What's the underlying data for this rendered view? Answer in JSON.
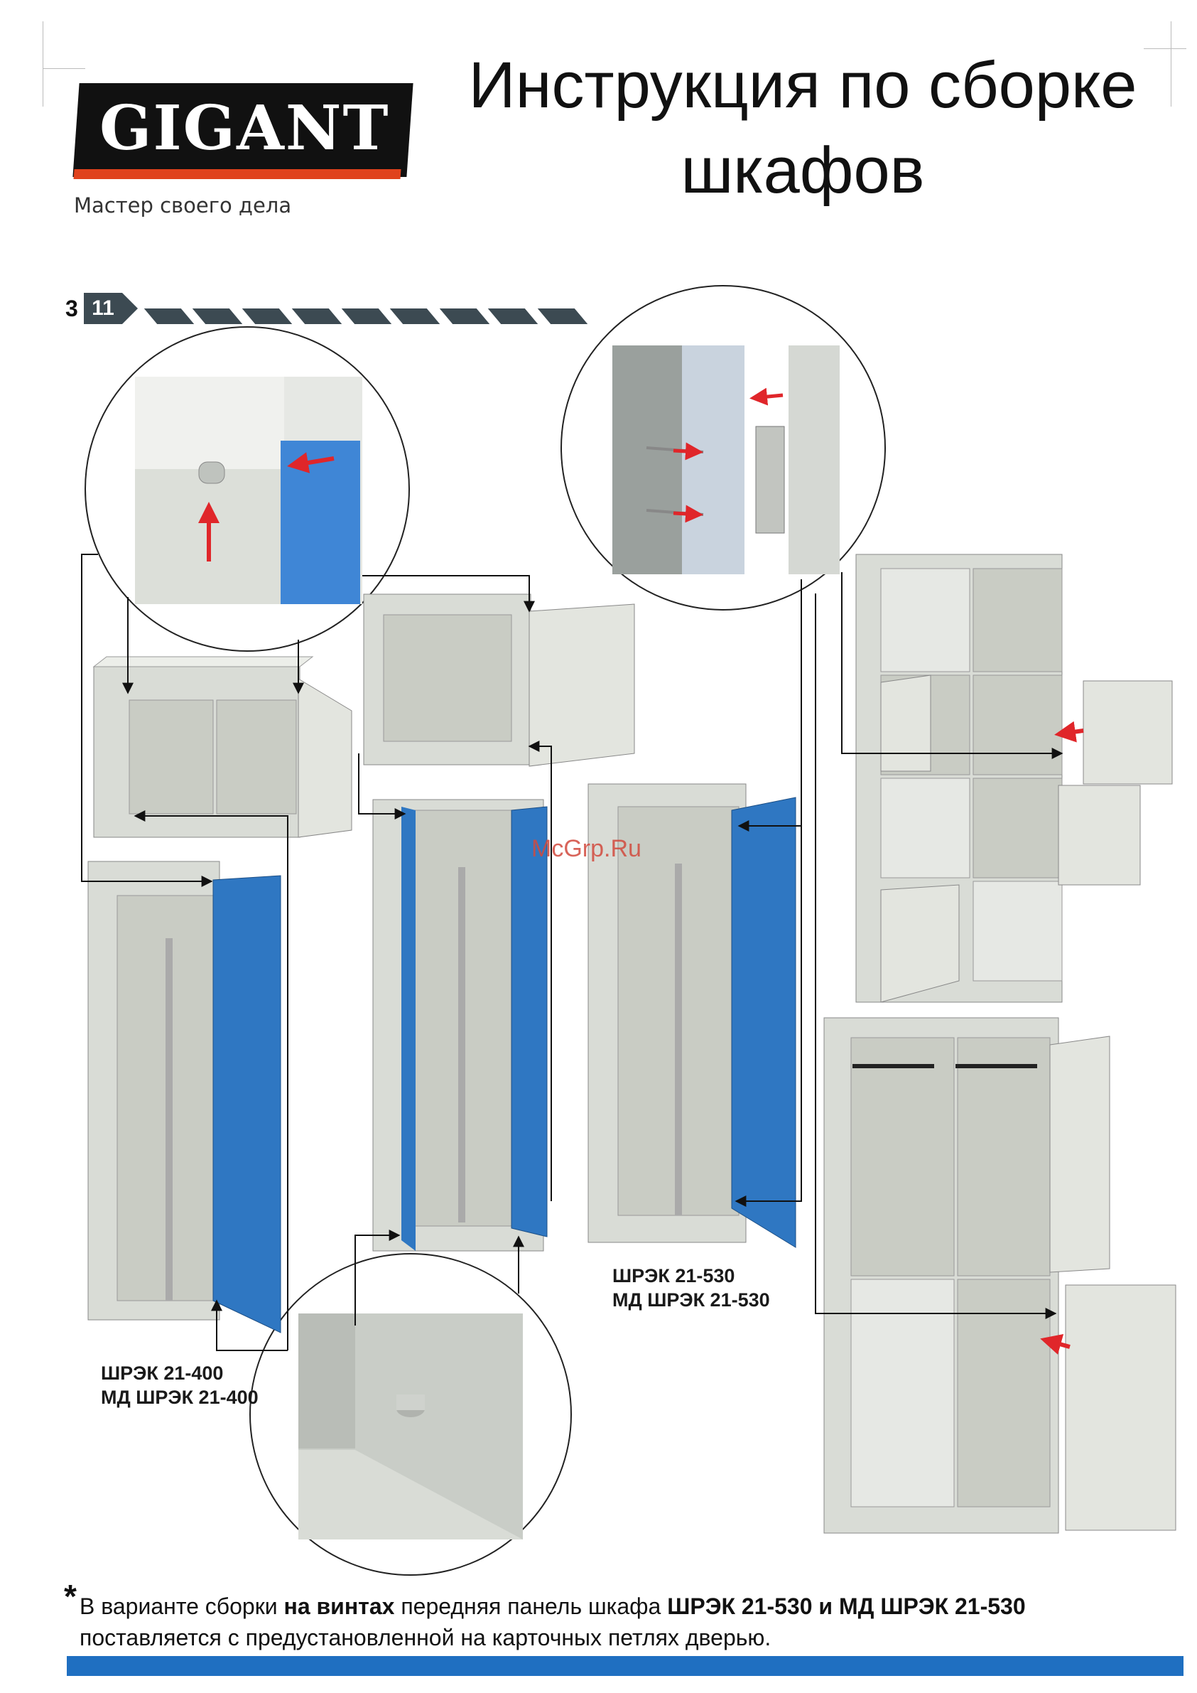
{
  "header": {
    "brand": "GIGANT",
    "slogan": "Мастер своего дела",
    "title_line1": "Инструкция по сборке",
    "title_line2": "шкафов"
  },
  "step": {
    "number": "3",
    "total": "11"
  },
  "captions": {
    "model_400_line1": "ШРЭК 21-400",
    "model_400_line2": "МД ШРЭК 21-400",
    "model_530_line1": "ШРЭК 21-530",
    "model_530_line2": "МД ШРЭК 21-530"
  },
  "watermark": "McGrp.Ru",
  "note": {
    "star": "*",
    "part1": "В варианте сборки ",
    "bold1": "на винтах",
    "part2": " передняя панель шкафа ",
    "bold2": "ШРЭК 21-530 и МД ШРЭК 21-530",
    "line2": "поставляется с предустановленной на карточных петлях дверью."
  },
  "colors": {
    "cabinet_body": "#d9dcd6",
    "cabinet_inner": "#c9ccc4",
    "door_blue": "#2f77c2",
    "door_grey": "#e3e5df",
    "arrow_red": "#e0262a",
    "line": "#111111",
    "step_dark": "#3c4a52",
    "footer_blue": "#1f6fc1",
    "brand_orange": "#e0421d"
  }
}
